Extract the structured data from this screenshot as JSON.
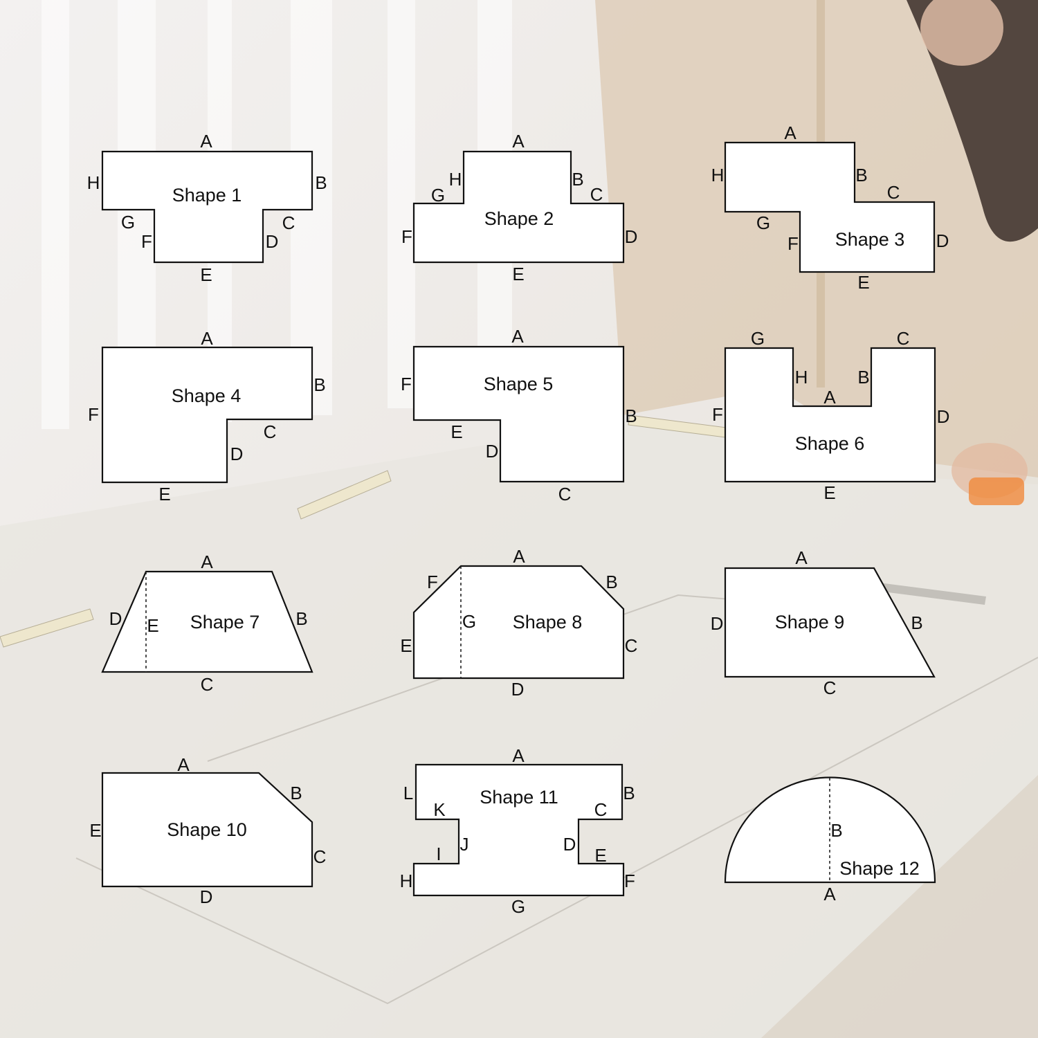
{
  "colors": {
    "outline": "#111111",
    "shape_fill": "#ffffff",
    "wall_wood": "#d9c6ad",
    "countertop": "#e8e4de",
    "curtain": "#f1efee"
  },
  "shapes": [
    {
      "title": "Shape 1",
      "labels": [
        "A",
        "B",
        "C",
        "D",
        "E",
        "F",
        "G",
        "H"
      ]
    },
    {
      "title": "Shape 2",
      "labels": [
        "A",
        "B",
        "C",
        "D",
        "E",
        "F",
        "G",
        "H"
      ]
    },
    {
      "title": "Shape 3",
      "labels": [
        "A",
        "B",
        "C",
        "D",
        "E",
        "F",
        "G",
        "H"
      ]
    },
    {
      "title": "Shape 4",
      "labels": [
        "A",
        "B",
        "C",
        "D",
        "E",
        "F"
      ]
    },
    {
      "title": "Shape 5",
      "labels": [
        "A",
        "B",
        "C",
        "D",
        "E",
        "F"
      ]
    },
    {
      "title": "Shape 6",
      "labels": [
        "A",
        "B",
        "C",
        "D",
        "E",
        "F",
        "G",
        "H"
      ]
    },
    {
      "title": "Shape 7",
      "labels": [
        "A",
        "B",
        "C",
        "D",
        "E"
      ]
    },
    {
      "title": "Shape 8",
      "labels": [
        "A",
        "B",
        "C",
        "D",
        "E",
        "F",
        "G"
      ]
    },
    {
      "title": "Shape 9",
      "labels": [
        "A",
        "B",
        "C",
        "D"
      ]
    },
    {
      "title": "Shape 10",
      "labels": [
        "A",
        "B",
        "C",
        "D",
        "E"
      ]
    },
    {
      "title": "Shape 11",
      "labels": [
        "A",
        "B",
        "C",
        "D",
        "E",
        "F",
        "G",
        "H",
        "I",
        "J",
        "K",
        "L"
      ]
    },
    {
      "title": "Shape 12",
      "labels": [
        "A",
        "B"
      ]
    }
  ]
}
